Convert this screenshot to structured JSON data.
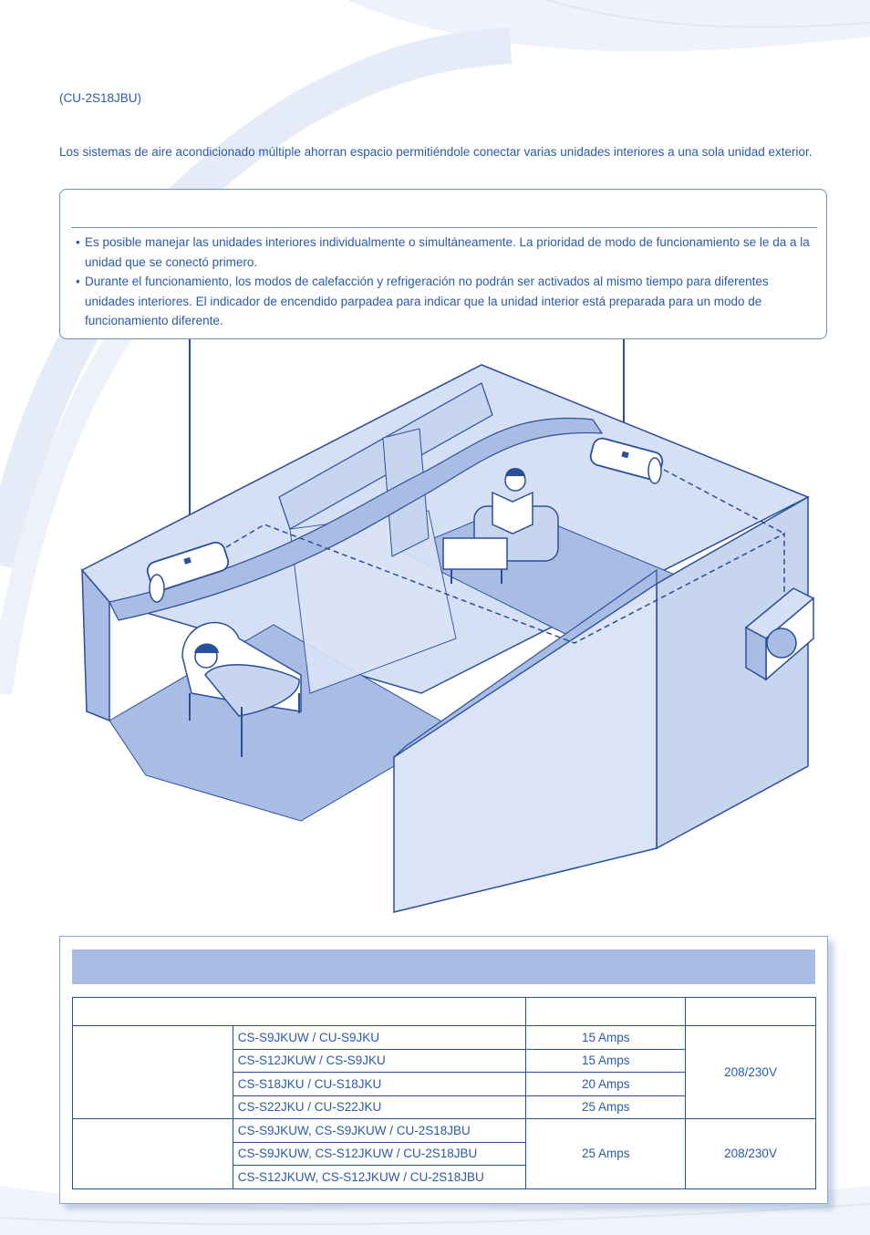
{
  "page": {
    "model_code": "(CU-2S18JBU)",
    "intro": "Los sistemas de aire acondicionado múltiple ahorran espacio permitiéndole conectar varias unidades interiores a una sola unidad exterior."
  },
  "info_box": {
    "bullets": [
      "Es posible manejar las unidades interiores individualmente o simultáneamente. La prioridad de modo de funcionamiento se le da a la unidad que se conectó primero.",
      "Durante el funcionamiento, los modos de calefacción y refrigeración no podrán ser activados al mismo tiempo para diferentes unidades interiores. El indicador de encendido parpadea para indicar que la unidad interior está preparada para un modo de funcionamiento diferente."
    ]
  },
  "table": {
    "group1": {
      "rows": [
        {
          "model": "CS-S9JKUW / CU-S9JKU",
          "amps": "15 Amps"
        },
        {
          "model": "CS-S12JKUW / CS-S9JKU",
          "amps": "15 Amps"
        },
        {
          "model": "CS-S18JKU / CU-S18JKU",
          "amps": "20 Amps"
        },
        {
          "model": "CS-S22JKU / CU-S22JKU",
          "amps": "25 Amps"
        }
      ],
      "voltage": "208/230V"
    },
    "group2": {
      "rows": [
        {
          "model": "CS-S9JKUW, CS-S9JKUW / CU-2S18JBU"
        },
        {
          "model": "CS-S9JKUW, CS-S12JKUW / CU-2S18JBU"
        },
        {
          "model": "CS-S12JKUW, CS-S12JKUW / CU-2S18JBU"
        }
      ],
      "amps": "25 Amps",
      "voltage": "208/230V"
    }
  },
  "colors": {
    "text_blue": "#2a5aa8",
    "floor_blue": "#a9bde4",
    "wall_blue": "#d6e0f4",
    "line_blue": "#2a4f9a",
    "band_blue": "#a9bde4"
  },
  "icons": [
    "background-swirl",
    "house-cutaway-illustration",
    "indoor-ac-unit-icon",
    "outdoor-ac-unit-icon",
    "person-reading-icon",
    "person-sleeping-icon"
  ]
}
